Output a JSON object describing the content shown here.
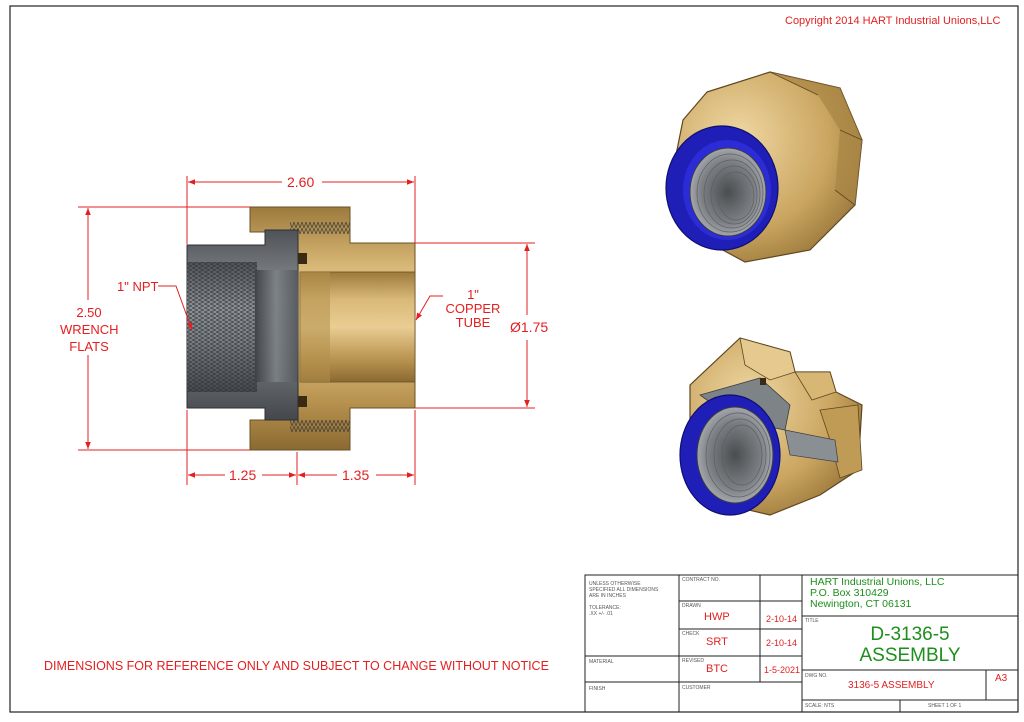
{
  "copyright": "Copyright 2014 HART Industrial Unions,LLC",
  "dimensions": {
    "overall_length": "2.60",
    "npt_label": "1\" NPT",
    "wrench_flats": [
      "2.50",
      "WRENCH",
      "FLATS"
    ],
    "copper_tube": [
      "1\"",
      "COPPER",
      "TUBE"
    ],
    "diameter": "Ø1.75",
    "left_length": "1.25",
    "right_length": "1.35"
  },
  "notice": "DIMENSIONS FOR REFERENCE ONLY AND SUBJECT TO CHANGE WITHOUT NOTICE",
  "title_block": {
    "notes": [
      "UNLESS OTHERWISE",
      "SPECIFIED ALL DIMENSIONS",
      "ARE IN INCHES",
      "TOLERANCE:",
      ".XX +/- .01"
    ],
    "material_label": "MATERIAL",
    "finish_label": "FINISH",
    "contract_label": "CONTRACT NO.",
    "drawn_label": "DRAWN",
    "drawn_by": "HWP",
    "drawn_date": "2-10-14",
    "check_label": "CHECK",
    "checked_by": "SRT",
    "checked_date": "2-10-14",
    "revised_label": "REVISED",
    "revised_by": "BTC",
    "revised_date": "1-5-2021",
    "customer_label": "CUSTOMER",
    "company": "HART Industrial Unions, LLC",
    "address1": "P.O. Box 310429",
    "address2": "Newington, CT 06131",
    "title_label": "TITLE",
    "title1": "D-3136-5",
    "title2": "ASSEMBLY",
    "dwg_label": "DWG NO.",
    "dwg_no": "3136-5 ASSEMBLY",
    "size": "A3",
    "scale_label": "SCALE: NTS",
    "sheet_label": "SHEET 1 OF 1"
  },
  "colors": {
    "dimension_red": "#e32020",
    "title_green": "#1d8f1d",
    "brass": "#c9a45e",
    "steel": "#6f7479",
    "seal_blue": "#2a2ad0"
  }
}
